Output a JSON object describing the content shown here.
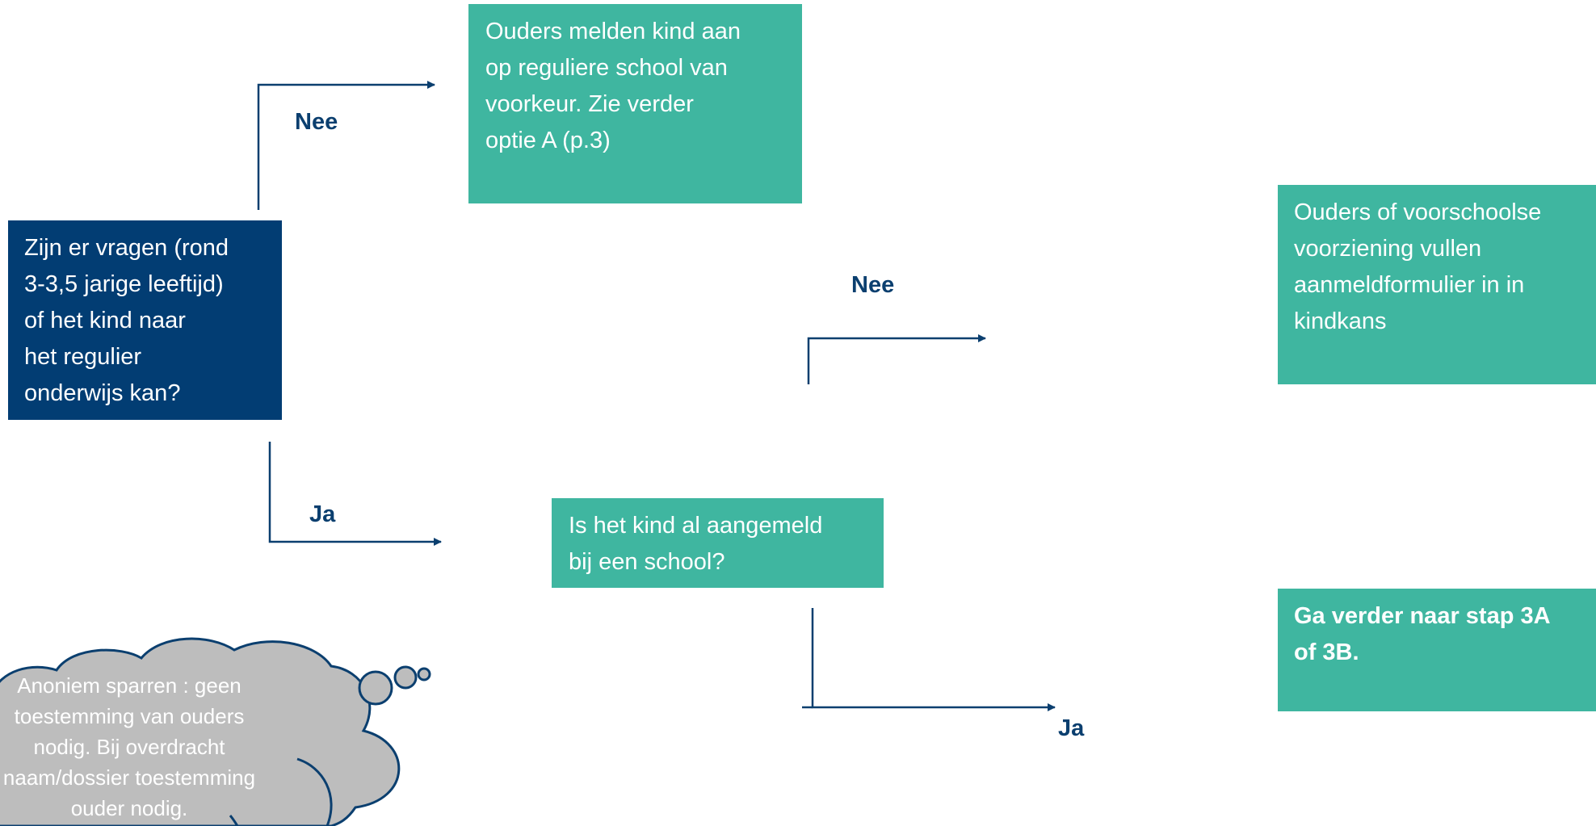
{
  "colors": {
    "teal": "#3fb6a0",
    "navy": "#023d73",
    "line": "#0b3f6f",
    "cloud": "#bdbdbd"
  },
  "question_box": {
    "lines": [
      "Zijn er vragen (rond",
      "3-3,5 jarige leeftijd)",
      "of het kind naar",
      "het regulier",
      "onderwijs kan?"
    ]
  },
  "ouders_melden_box": {
    "lines": [
      "Ouders melden kind aan",
      "op reguliere school van",
      "voorkeur. Zie verder",
      "optie A (p.3)"
    ]
  },
  "aangemeld_box": {
    "lines": [
      "Is het kind al aangemeld",
      "bij een school?"
    ]
  },
  "aanmeldformulier_box": {
    "lines": [
      "Ouders of voorschoolse",
      "voorziening vullen",
      "aanmeldformulier in in",
      "kindkans"
    ]
  },
  "stap_box": {
    "lines": [
      "Ga verder naar stap 3A",
      "of 3B."
    ]
  },
  "labels": {
    "nee_1": "Nee",
    "ja_1": "Ja",
    "nee_2": "Nee",
    "ja_2": "Ja"
  },
  "cloud": {
    "lines": [
      "Anoniem sparren : geen",
      "toestemming van ouders",
      "nodig. Bij overdracht",
      "naam/dossier toestemming",
      "ouder nodig."
    ]
  }
}
